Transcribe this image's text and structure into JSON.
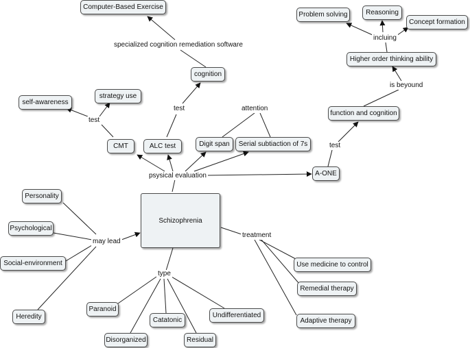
{
  "concepts": {
    "computer_based_exercise": "Computer-Based Exercise",
    "cognition": "cognition",
    "self_awareness": "self-awareness",
    "strategy_use": "strategy use",
    "cmt": "CMT",
    "alc_test": "ALC test",
    "digit_span": "Digit span",
    "serial_subtraction": "Serial subtiaction of 7s",
    "a_one": "A-ONE",
    "function_cognition": "function and cognition",
    "higher_order": "Higher order thinking ability",
    "problem_solving": "Problem solving",
    "reasoning": "Reasoning",
    "concept_formation": "Concept formation",
    "schizophrenia": "Schizophrenia",
    "personality": "Personality",
    "psychological": "Psychological",
    "social_environment": "Social-environment",
    "heredity": "Heredity",
    "paranoid": "Paranoid",
    "disorganized": "Disorganized",
    "catatonic": "Catatonic",
    "residual": "Residual",
    "undifferentiated": "Undifferentiated",
    "medicine": "Use medicine to control",
    "remedial": "Remedial therapy",
    "adaptive": "Adaptive therapy"
  },
  "links": {
    "remediation_software": "specialized cognition remediation software",
    "test_alc": "test",
    "test_cmt": "test",
    "attention": "attention",
    "physical_evaluation": "psysical evaluation",
    "test_aone": "test",
    "is_beyond": "is beyound",
    "including": "incluing",
    "may_lead": "may lead",
    "type": "type",
    "treatment": "treatment"
  },
  "colors": {
    "node_fill": "#eef2f4",
    "node_border": "#4a4a4a",
    "line": "#222222"
  }
}
